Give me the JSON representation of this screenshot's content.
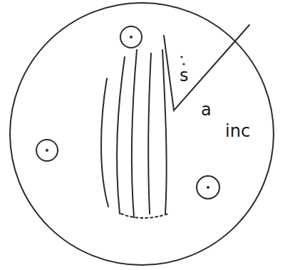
{
  "diagram": {
    "labels": [
      "s",
      "a",
      "inc"
    ]
  }
}
